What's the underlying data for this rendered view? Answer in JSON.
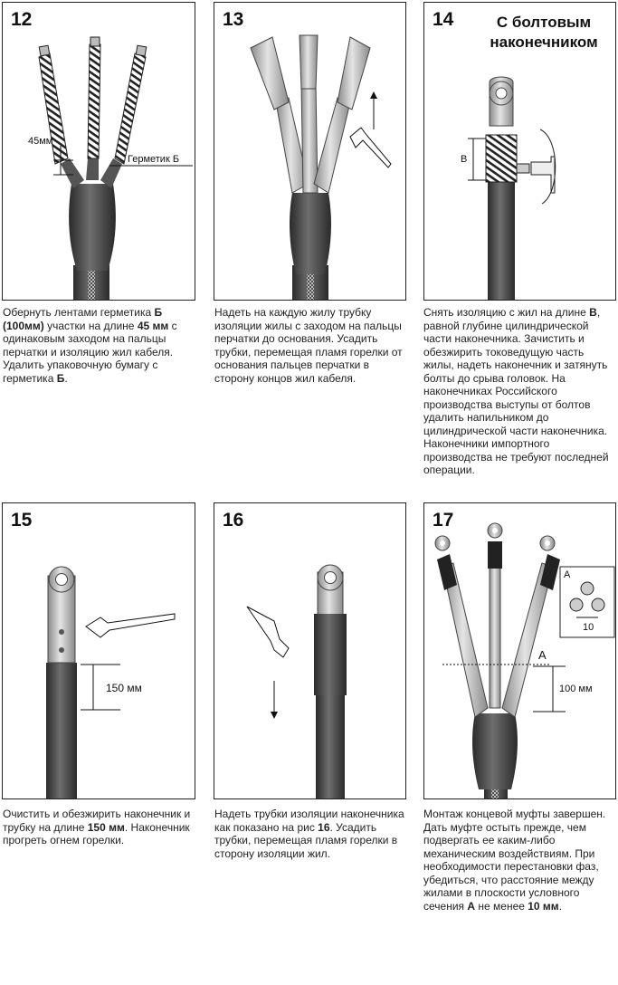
{
  "panels": [
    {
      "number": "12"
    },
    {
      "number": "13"
    },
    {
      "number": "14",
      "header_line1": "С болтовым",
      "header_line2": "наконечником"
    },
    {
      "number": "15"
    },
    {
      "number": "16"
    },
    {
      "number": "17"
    }
  ],
  "labels": {
    "p12_dim": "45мм",
    "p12_sealant": "Герметик Б",
    "p14_dim": "В",
    "p15_dim": "150 мм",
    "p17_dim": "100 мм",
    "p17_section": "А",
    "p17_inset_label": "А",
    "p17_inset_dim": "10"
  },
  "captions": {
    "c12": {
      "t1": "Обернуть  лентами  герметика ",
      "b1": "Б",
      "b2": "(100мм)",
      "t2": " участки на длине ",
      "b3": "45 мм",
      "t3": " с одинаковым заходом на пальцы перчатки и изоляцию жил кабеля. Удалить упаковочную бумагу с герметика ",
      "b4": "Б",
      "t4": "."
    },
    "c13": {
      "text": "Надеть на каждую жилу трубку изоляции жилы с заходом на пальцы перчатки до основания. Усадить трубки, перемещая пламя горелки от основания пальцев перчатки в сторону концов  жил кабеля."
    },
    "c14": {
      "t1": "Снять изоляцию с жил на длине ",
      "b1": "В",
      "t2": ", равной глубине цилиндрической части наконечника. Зачистить и обезжирить токоведущую часть жилы, надеть наконечник и затянуть болты до срыва головок. На наконечниках Российского производства выступы от болтов удалить напильником до цилиндрической части наконечника. Наконечники импортного производства не требуют последней операции."
    },
    "c15": {
      "t1": "Очистить и обезжирить наконечник и трубку на длине ",
      "b1": "150 мм",
      "t2": ". Наконечник прогреть огнем горелки."
    },
    "c16": {
      "t1": "Надеть трубки изоляции наконечника как показано на рис ",
      "b1": "16",
      "t2": ". Усадить трубки, перемещая  пламя горелки в сторону изоляции жил."
    },
    "c17": {
      "t1": "Монтаж концевой муфты завершен. Дать муфте остыть прежде, чем подвергать ее каким-либо механическим воздействиям. При необходимости перестановки фаз, убедиться, что расстояние между жилами в плоскости условного сечения ",
      "b1": "А",
      "t2": " не менее ",
      "b2": "10 мм",
      "t3": "."
    }
  }
}
